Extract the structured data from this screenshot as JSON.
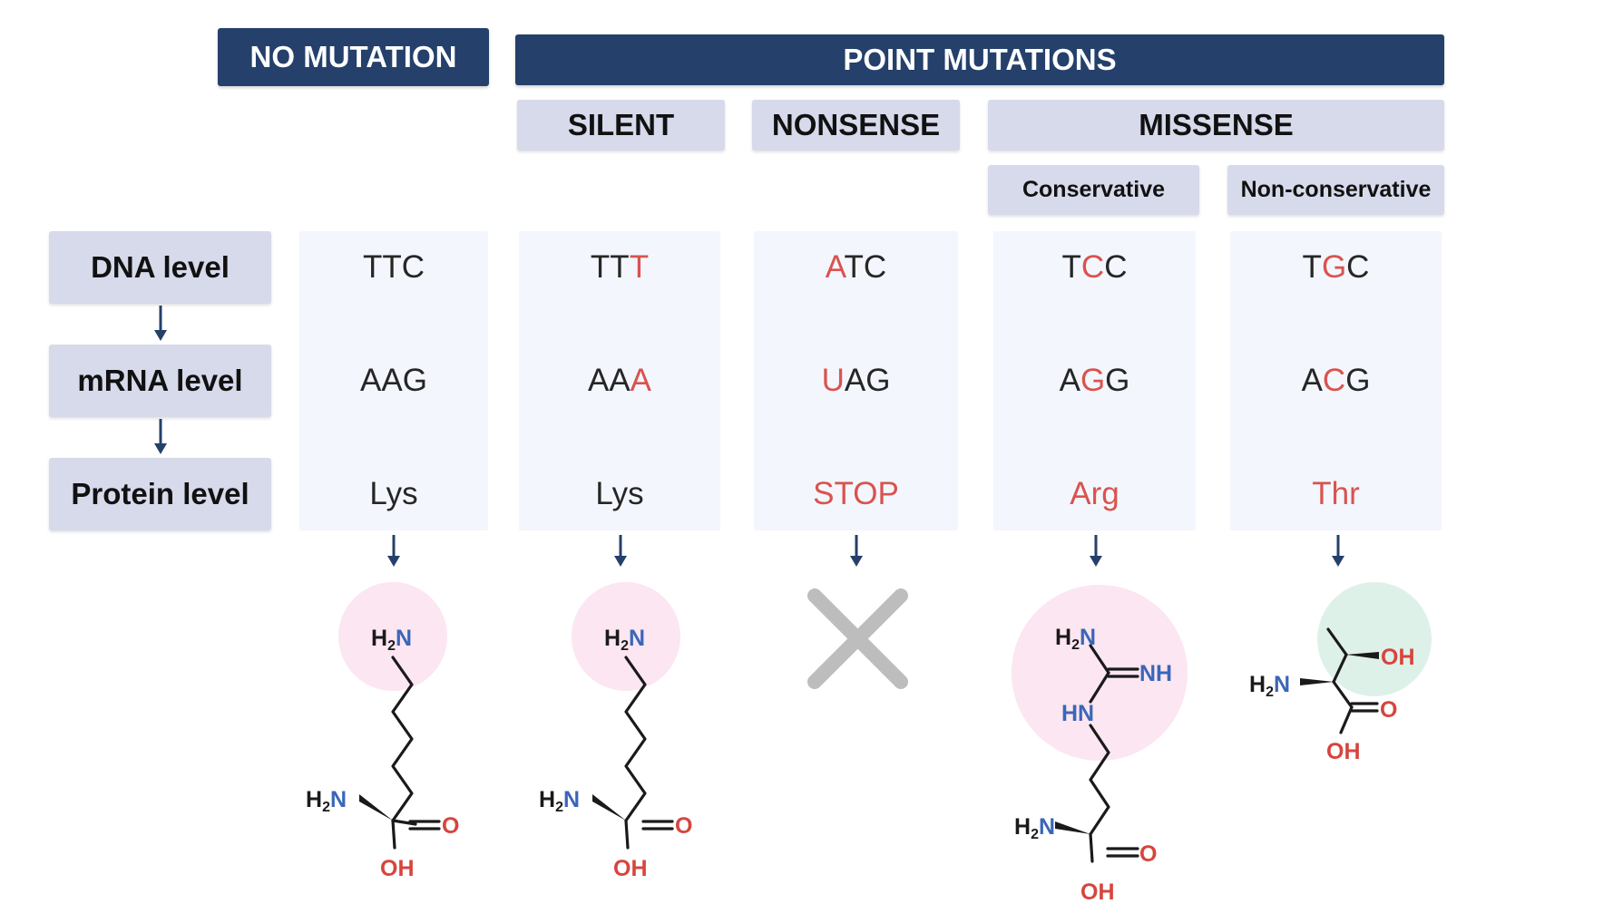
{
  "headers": {
    "no_mutation": "NO MUTATION",
    "point_mutations": "POINT MUTATIONS",
    "silent": "SILENT",
    "nonsense": "NONSENSE",
    "missense": "MISSENSE",
    "conservative": "Conservative",
    "non_conservative": "Non-conservative"
  },
  "levels": {
    "dna": "DNA level",
    "mrna": "mRNA level",
    "protein": "Protein level"
  },
  "columns": {
    "none": {
      "dna": [
        "TTC",
        ""
      ],
      "mrna": [
        "AAG",
        ""
      ],
      "protein": "Lys"
    },
    "silent": {
      "dna": [
        "TT",
        "T",
        ""
      ],
      "mrna": [
        "AA",
        "A",
        ""
      ],
      "protein": "Lys"
    },
    "nonsense": {
      "dna": [
        "",
        "A",
        "TC"
      ],
      "mrna": [
        "",
        "U",
        "AG"
      ],
      "protein": "STOP"
    },
    "conservative": {
      "dna": [
        "T",
        "C",
        "C"
      ],
      "mrna": [
        "A",
        "G",
        "G"
      ],
      "protein": "Arg"
    },
    "non_conservative": {
      "dna": [
        "T",
        "G",
        "C"
      ],
      "mrna": [
        "A",
        "C",
        "G"
      ],
      "protein": "Thr"
    }
  },
  "atoms": {
    "h": "H",
    "sub2": "2",
    "n": "N",
    "o": "O",
    "oh": "OH",
    "nh": "NH",
    "hn": "HN"
  },
  "colors": {
    "navy": "#24406b",
    "lavender": "#d6daeb",
    "panel": "#f4f6fd",
    "mutation_red": "#d9534f",
    "nitrogen_blue": "#3b66b8",
    "oxygen_red": "#d6453e",
    "side_chain_pink": "#fbe6f1",
    "side_chain_green": "#def1e9",
    "stop_cross_gray": "#bdbdbd"
  },
  "icons": [
    "arrow-down-icon",
    "stop-cross-icon"
  ]
}
